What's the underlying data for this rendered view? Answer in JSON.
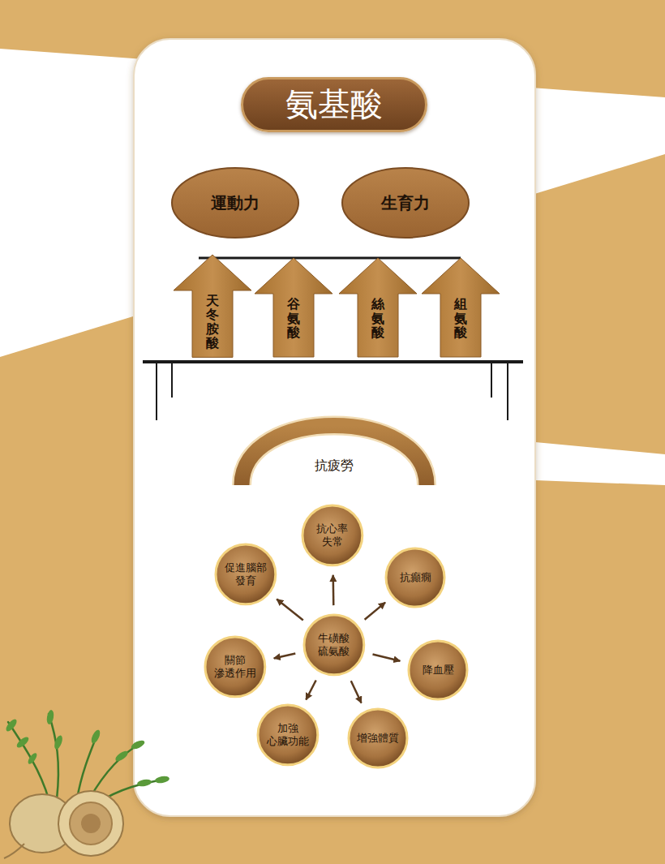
{
  "diagram": {
    "title": "氨基酸",
    "nodes": [
      {
        "text": [
          "運動力"
        ]
      },
      {
        "text": [
          "生育力"
        ]
      },
      {
        "text": [
          "天冬胺酸"
        ]
      },
      {
        "text": [
          "谷氨酸"
        ]
      },
      {
        "text": [
          "絲氨酸"
        ]
      },
      {
        "text": [
          "組氨酸"
        ]
      },
      {
        "text": [
          "抗心率 失常"
        ]
      },
      {
        "text": [
          "促進腦部 發育"
        ]
      },
      {
        "text": [
          "抗癲癇"
        ]
      },
      {
        "text": [
          "牛磺酸 硫氨酸"
        ]
      },
      {
        "text": [
          "關節 滲透作用"
        ]
      },
      {
        "text": [
          "降血壓"
        ]
      },
      {
        "text": [
          "加強 心臟功能"
        ]
      },
      {
        "text": [
          "增強體質"
        ]
      }
    ],
    "edges": [
      {
        "from": 9,
        "to": 6,
        "arrow": "to"
      },
      {
        "from": 9,
        "to": 8,
        "arrow": "to"
      },
      {
        "from": 9,
        "to": 11,
        "arrow": "to"
      },
      {
        "from": 9,
        "to": 13,
        "arrow": "to"
      },
      {
        "from": 9,
        "to": 12,
        "arrow": "to"
      },
      {
        "from": 9,
        "to": 10,
        "arrow": "to"
      },
      {
        "from": 9,
        "to": 7,
        "arrow": "to"
      }
    ],
    "labels": [
      "抗疲勞"
    ]
  }
}
